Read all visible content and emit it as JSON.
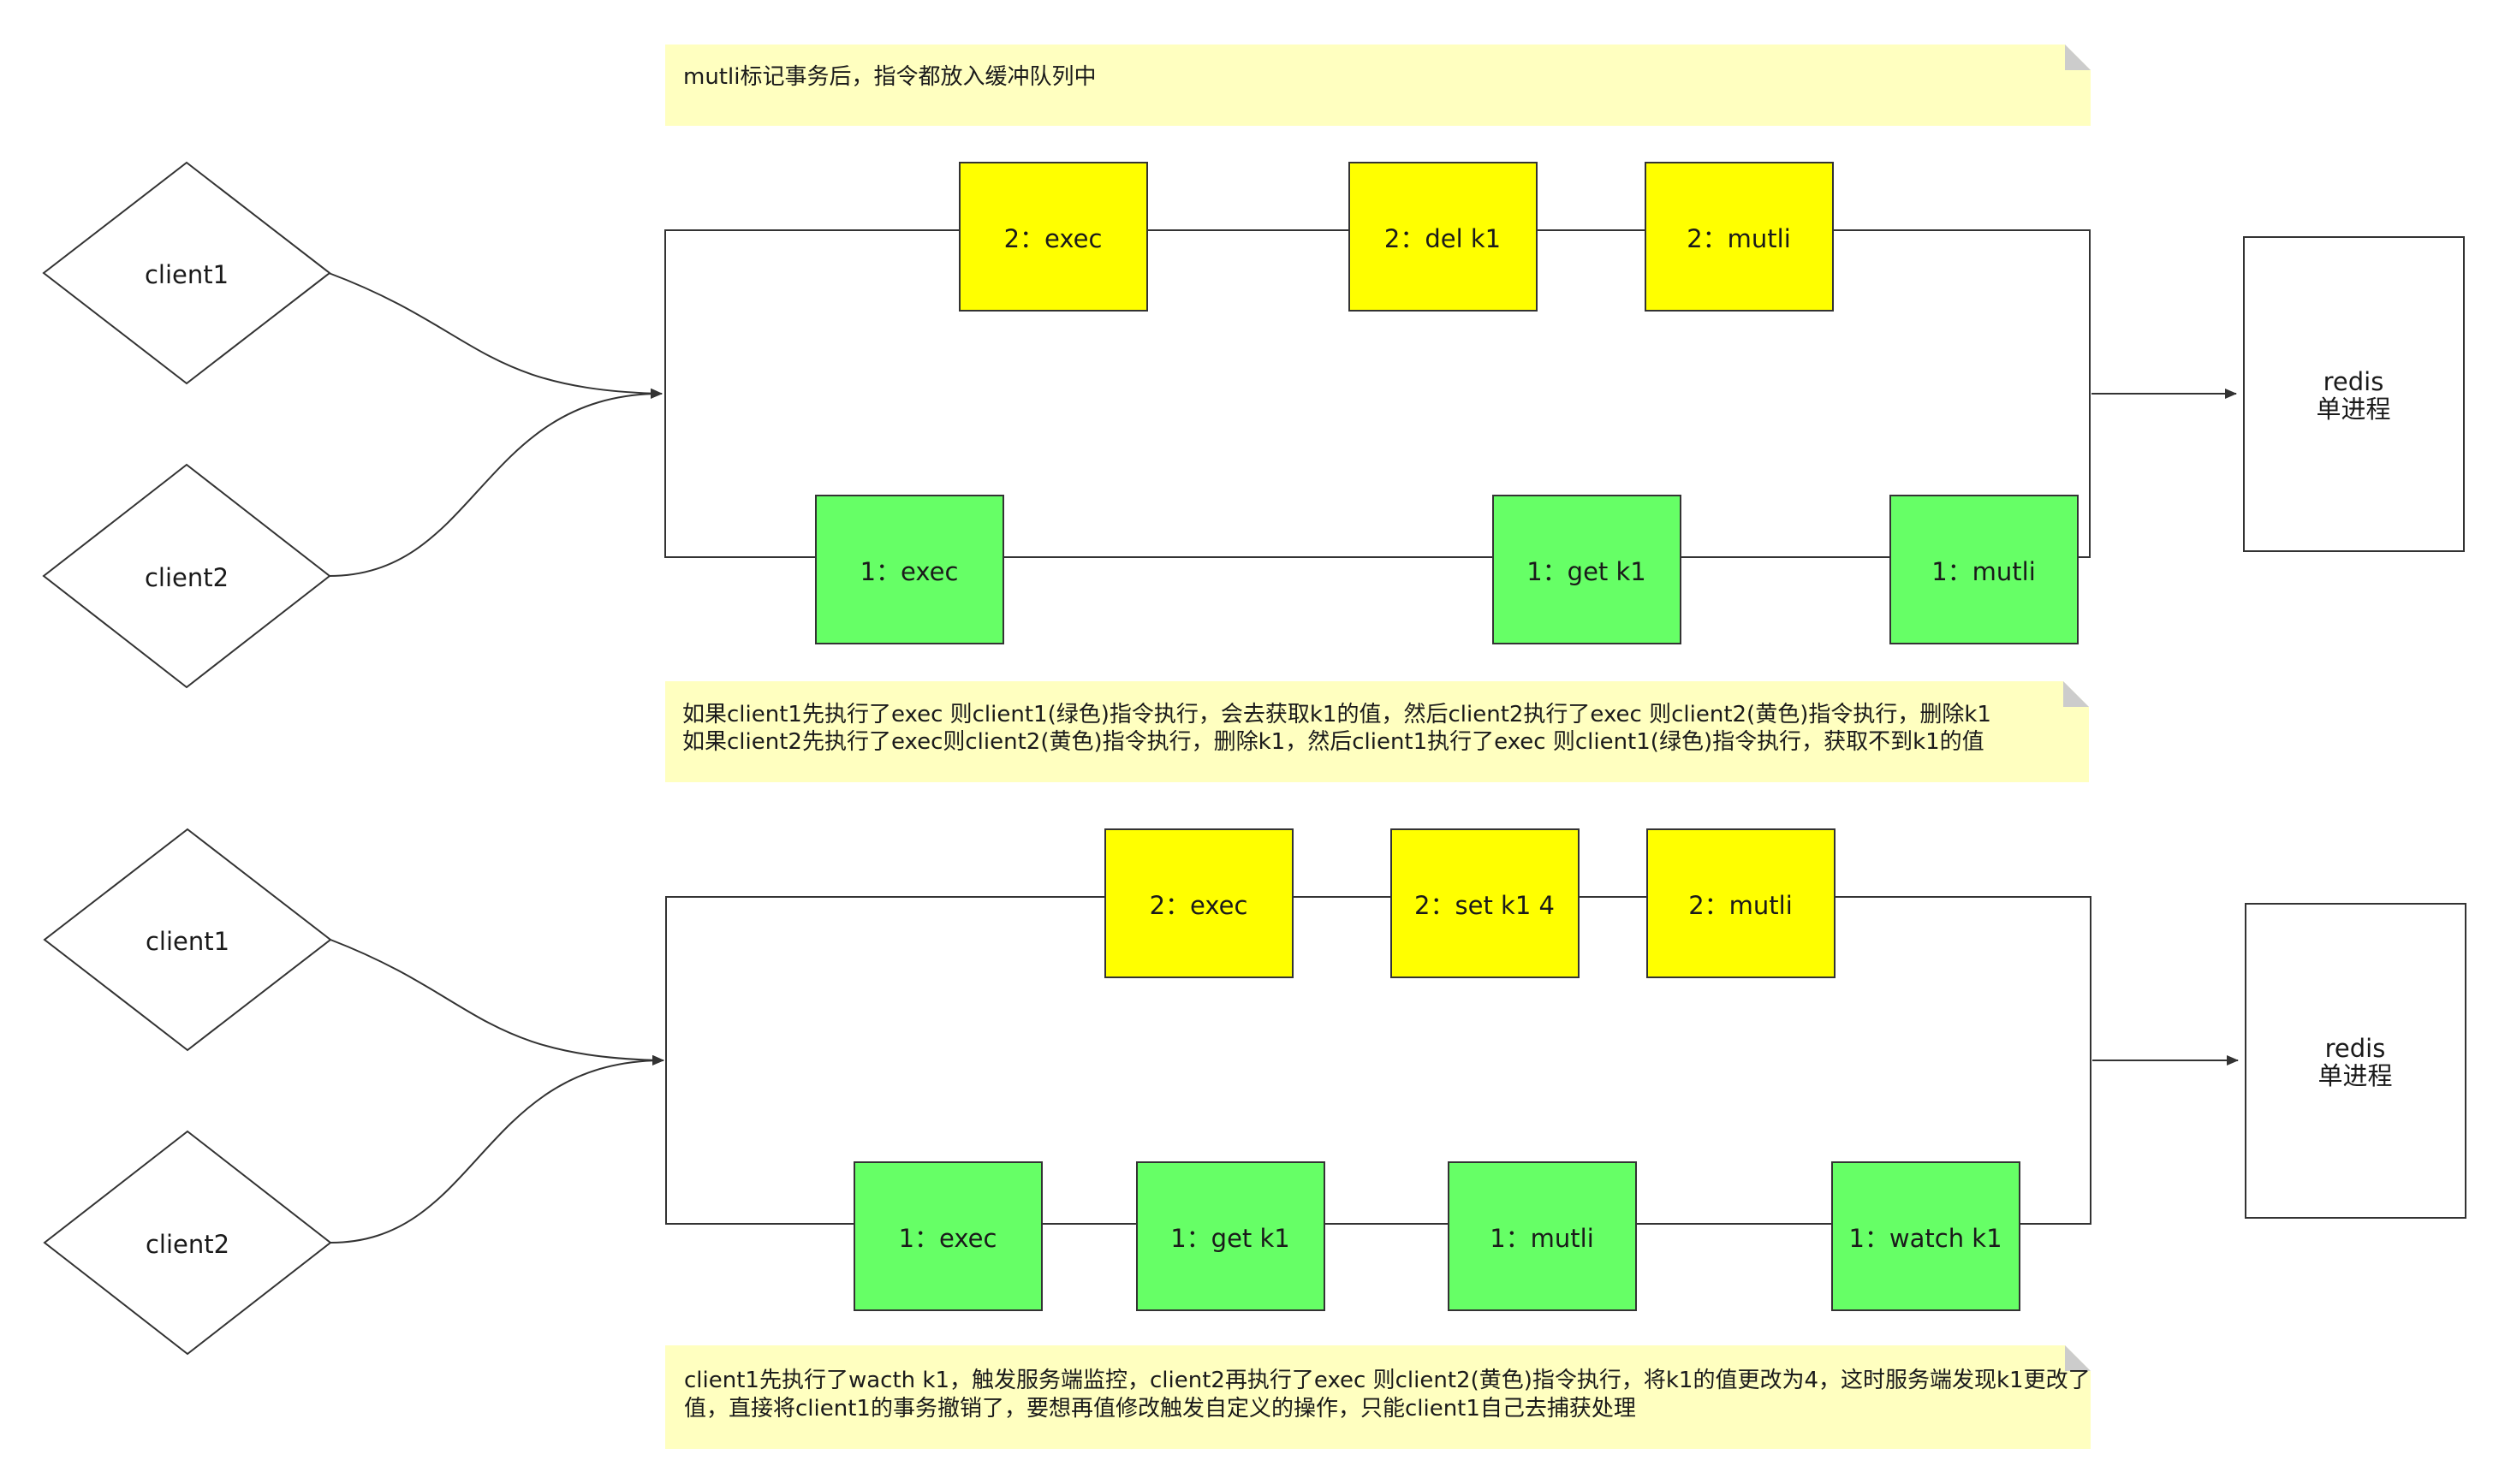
{
  "colors": {
    "note_fill": "#ffffc0",
    "note_fold": "#cccccc",
    "client1_cmd_fill": "#66ff66",
    "client2_cmd_fill": "#ffff00",
    "stroke": "#333333",
    "text": "#1a1a1a"
  },
  "notes": {
    "top": [
      "mutli标记事务后，指令都放入缓冲队列中"
    ],
    "middle": [
      "如果client1先执行了exec 则client1(绿色)指令执行，会去获取k1的值，然后client2执行了exec 则client2(黄色)指令执行，删除k1",
      "如果client2先执行了exec则client2(黄色)指令执行，删除k1，然后client1执行了exec 则client1(绿色)指令执行，获取不到k1的值"
    ],
    "bottom": [
      "client1先执行了wacth k1，触发服务端监控，client2再执行了exec 则client2(黄色)指令执行，将k1的值更改为4，这时服务端发现k1更改了",
      "值，直接将client1的事务撤销了，要想再值修改触发自定义的操作，只能client1自己去捕获处理"
    ]
  },
  "scenario1": {
    "clients": [
      "client1",
      "client2"
    ],
    "yellow_cmds": [
      "2：exec",
      "2：del k1",
      "2：mutli"
    ],
    "green_cmds": [
      "1：exec",
      "1：get k1",
      "1：mutli"
    ],
    "server": [
      "redis",
      "单进程"
    ]
  },
  "scenario2": {
    "clients": [
      "client1",
      "client2"
    ],
    "yellow_cmds": [
      "2：exec",
      "2：set k1 4",
      "2：mutli"
    ],
    "green_cmds": [
      "1：exec",
      "1：get k1",
      "1：mutli",
      "1：watch k1"
    ],
    "server": [
      "redis",
      "单进程"
    ]
  }
}
